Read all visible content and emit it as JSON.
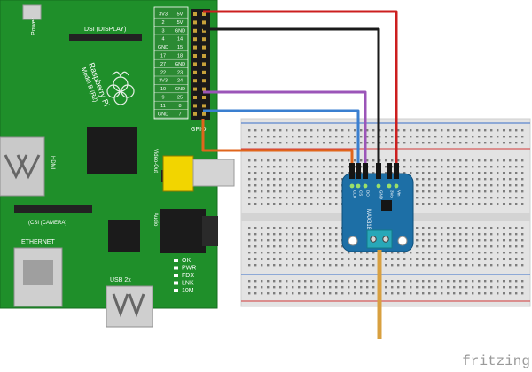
{
  "board": {
    "name_line1": "Raspberry Pi",
    "name_line2": "Model B (R2)",
    "dsi": "DSI (DISPLAY)",
    "csi": "(CSI (CAMERA)",
    "hdmi": "HDMI",
    "ethernet": "ETHERNET",
    "usb": "USB 2x",
    "audio": "Audio",
    "video_out": "Video-Out",
    "power": "Power",
    "gpio": "GPIO",
    "leds": [
      "OK",
      "PWR",
      "FDX",
      "LNK",
      "10M"
    ],
    "pin_labels_left": [
      "3V3",
      "2",
      "3",
      "4",
      "GND",
      "17",
      "27",
      "22",
      "3V3",
      "10",
      "9",
      "11",
      "GND"
    ],
    "pin_labels_right": [
      "5V",
      "5V",
      "GND",
      "14",
      "15",
      "18",
      "GND",
      "23",
      "24",
      "GND",
      "25",
      "8",
      "7"
    ]
  },
  "sensor": {
    "chip": "MAX31855",
    "pins": [
      "Vin",
      "3Vo",
      "GND",
      "DO",
      "CS",
      "CLK"
    ]
  },
  "wires": {
    "red": "#cc1f1f",
    "black": "#1a1a1a",
    "purple": "#9b55b8",
    "blue": "#3a7fd0",
    "orange": "#e0661c",
    "thermocouple": "#d8a040"
  },
  "watermark": "fritzing"
}
